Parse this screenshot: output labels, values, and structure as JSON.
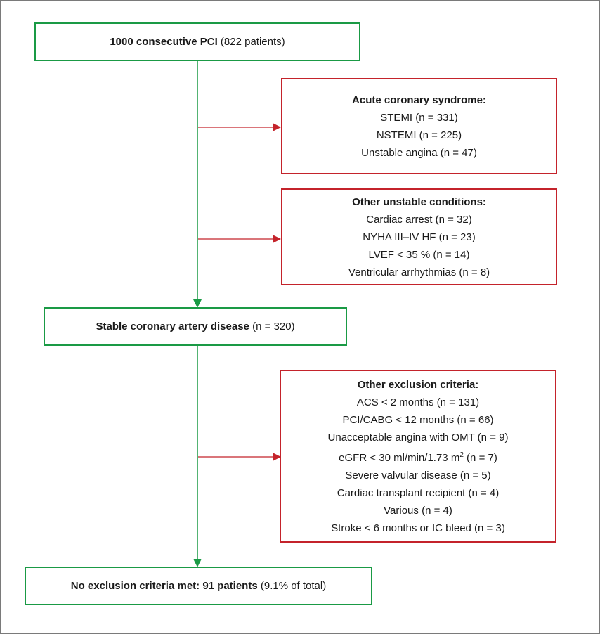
{
  "colors": {
    "stable_path": "#1a9a45",
    "exclusion_path": "#c4232b"
  },
  "start": {
    "bold": "1000 consecutive PCI",
    "rest": " (822 patients)"
  },
  "acs": {
    "title": "Acute coronary syndrome:",
    "items": [
      "STEMI (n = 331)",
      "NSTEMI (n = 225)",
      "Unstable angina (n = 47)"
    ]
  },
  "unstable": {
    "title": "Other unstable conditions:",
    "items": [
      "Cardiac arrest (n = 32)",
      "NYHA III–IV HF (n = 23)",
      "LVEF < 35 % (n = 14)",
      "Ventricular arrhythmias (n = 8)"
    ]
  },
  "stable": {
    "bold": "Stable coronary artery disease",
    "rest": " (n = 320)"
  },
  "exclusion": {
    "title": "Other exclusion criteria:",
    "items": [
      "ACS < 2 months (n = 131)",
      "PCI/CABG < 12 months (n = 66)",
      "Unacceptable angina with OMT (n = 9)",
      "eGFR < 30 ml/min/1.73 m",
      "Severe valvular disease (n = 5)",
      "Cardiac transplant recipient (n = 4)",
      "Various (n = 4)",
      "Stroke < 6 months or IC bleed (n = 3)"
    ],
    "egfr_sup": "2",
    "egfr_tail": " (n = 7)"
  },
  "final": {
    "bold": "No exclusion criteria met: 91 patients",
    "rest": " (9.1% of total)"
  }
}
